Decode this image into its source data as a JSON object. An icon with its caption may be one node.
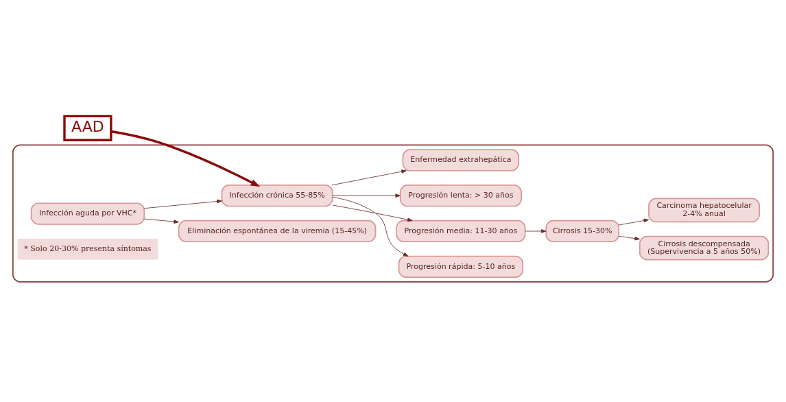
{
  "diagram": {
    "nodes": [
      {
        "text": [
          "AAD"
        ]
      },
      {
        "text": [],
        "shape": "box"
      },
      {
        "text": [
          "Infección aguda por VHC*"
        ],
        "in": 1
      },
      {
        "text": [
          "Infección crónica 55-85%"
        ],
        "in": 1
      },
      {
        "text": [
          "Progresión rápida: 5-10 años"
        ],
        "in": 1
      },
      {
        "text": [
          "Progresión media: 11-30 años"
        ],
        "in": 1
      },
      {
        "text": [
          "Progresión lenta: > 30 años"
        ],
        "in": 1
      },
      {
        "text": [
          "Cirrosis 15-30%"
        ],
        "in": 1
      },
      {
        "text": [
          "Cirrosis descompensada",
          "(Supervivencia a 5 años 50%)"
        ],
        "in": 1
      },
      {
        "text": [
          "Carcinoma hepatocelular",
          "2-4% anual"
        ],
        "in": 1
      },
      {
        "text": [
          "Eliminación espontánea de la viremia (15-45%)"
        ],
        "in": 1
      },
      {
        "text": [
          "Enfermedad extrahepática"
        ],
        "in": 1
      }
    ],
    "edges": [
      {
        "from": 0,
        "to": 3,
        "arrow": "to",
        "style": "thick",
        "color": "#8b0a0a"
      },
      {
        "from": 2,
        "to": 3,
        "arrow": "to"
      },
      {
        "from": 3,
        "to": 4,
        "arrow": "to"
      },
      {
        "from": 3,
        "to": 5,
        "arrow": "to"
      },
      {
        "from": 3,
        "to": 6,
        "arrow": "to"
      },
      {
        "from": 5,
        "to": 7,
        "arrow": "to"
      },
      {
        "from": 7,
        "to": 8,
        "arrow": "to"
      },
      {
        "from": 7,
        "to": 9,
        "arrow": "to"
      },
      {
        "from": 2,
        "to": 10,
        "arrow": "to"
      },
      {
        "from": 3,
        "to": 11,
        "arrow": "to"
      }
    ],
    "labels": [
      "* Solo 20-30% presenta síntomas"
    ]
  }
}
